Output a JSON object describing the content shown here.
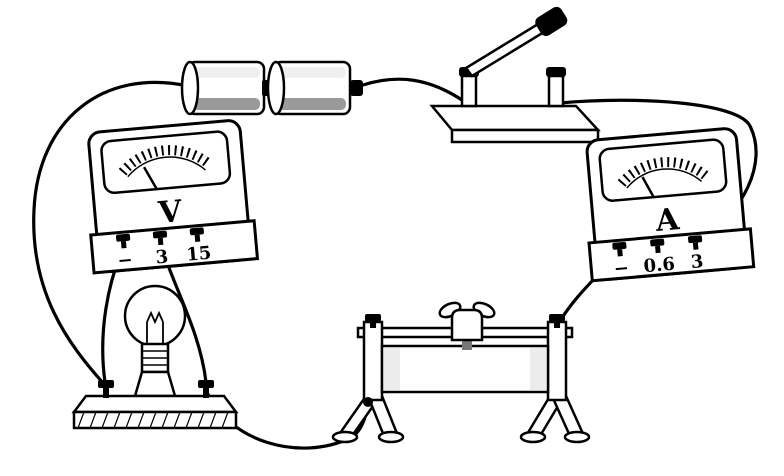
{
  "voltmeter": {
    "label": "V",
    "terminals": [
      "−",
      "3",
      "15"
    ]
  },
  "ammeter": {
    "label": "A",
    "terminals": [
      "−",
      "0.6",
      "3"
    ]
  },
  "colors": {
    "stroke": "#000000",
    "metal_gray": "#c6c6c6",
    "light_gray": "#e9e9e9",
    "background": "#ffffff"
  }
}
